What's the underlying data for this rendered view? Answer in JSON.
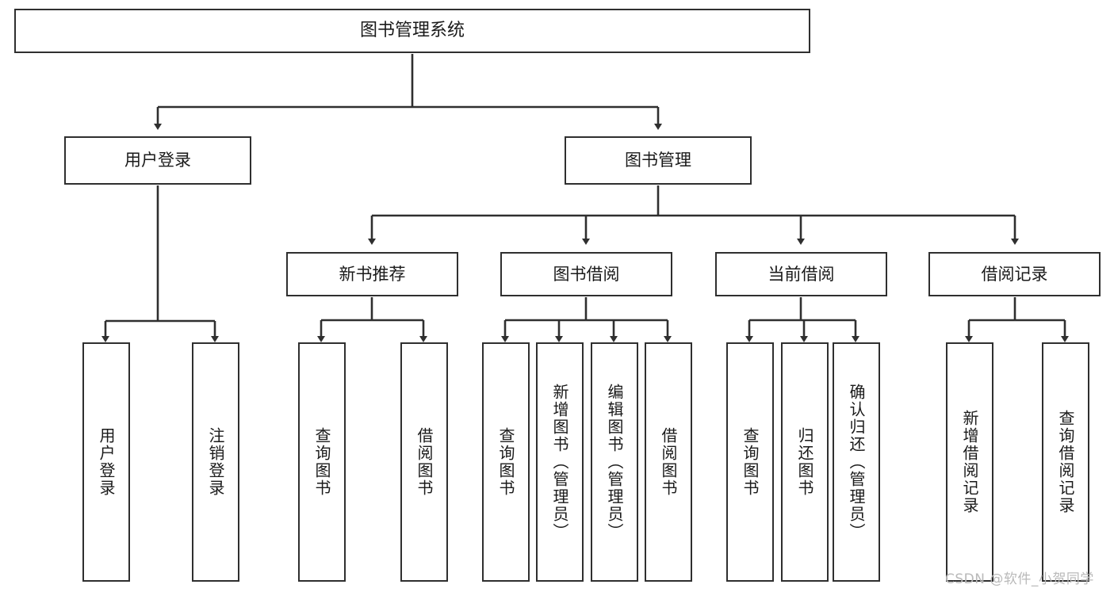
{
  "diagram": {
    "title": "图书管理系统",
    "type": "tree-hierarchy-flowchart",
    "colors": {
      "box_border": "#2f2f2f",
      "box_fill": "#ffffff",
      "connector": "#2f2f2f",
      "text": "#1a1a1a",
      "watermark": "#b9b9b9",
      "background": "#ffffff"
    },
    "levels": [
      {
        "level": 1,
        "nodes": [
          {
            "id": "root",
            "label": "图书管理系统",
            "orientation": "horizontal"
          }
        ]
      },
      {
        "level": 2,
        "nodes": [
          {
            "id": "login",
            "label": "用户登录",
            "orientation": "horizontal",
            "parent": "root"
          },
          {
            "id": "bookmgmt",
            "label": "图书管理",
            "orientation": "horizontal",
            "parent": "root"
          }
        ]
      },
      {
        "level": 3,
        "nodes": [
          {
            "id": "newbook",
            "label": "新书推荐",
            "orientation": "horizontal",
            "parent": "bookmgmt"
          },
          {
            "id": "borrow",
            "label": "图书借阅",
            "orientation": "horizontal",
            "parent": "bookmgmt"
          },
          {
            "id": "current",
            "label": "当前借阅",
            "orientation": "horizontal",
            "parent": "bookmgmt"
          },
          {
            "id": "records",
            "label": "借阅记录",
            "orientation": "horizontal",
            "parent": "bookmgmt"
          }
        ]
      },
      {
        "level": 4,
        "nodes": [
          {
            "id": "leaf1",
            "label": "用户登录",
            "orientation": "vertical",
            "parent": "login"
          },
          {
            "id": "leaf2",
            "label": "注销登录",
            "orientation": "vertical",
            "parent": "login"
          },
          {
            "id": "leaf3",
            "label": "查询图书",
            "orientation": "vertical",
            "parent": "newbook"
          },
          {
            "id": "leaf4",
            "label": "借阅图书",
            "orientation": "vertical",
            "parent": "newbook"
          },
          {
            "id": "leaf5",
            "label": "查询图书",
            "orientation": "vertical",
            "parent": "borrow"
          },
          {
            "id": "leaf6",
            "label": "新增图书（管理员）",
            "orientation": "vertical",
            "parent": "borrow"
          },
          {
            "id": "leaf7",
            "label": "编辑图书（管理员）",
            "orientation": "vertical",
            "parent": "borrow"
          },
          {
            "id": "leaf8",
            "label": "借阅图书",
            "orientation": "vertical",
            "parent": "borrow"
          },
          {
            "id": "leaf9",
            "label": "查询图书",
            "orientation": "vertical",
            "parent": "current"
          },
          {
            "id": "leaf10",
            "label": "归还图书",
            "orientation": "vertical",
            "parent": "current"
          },
          {
            "id": "leaf11",
            "label": "确认归还（管理员）",
            "orientation": "vertical",
            "parent": "current"
          },
          {
            "id": "leaf12",
            "label": "新增借阅记录",
            "orientation": "vertical",
            "parent": "records"
          },
          {
            "id": "leaf13",
            "label": "查询借阅记录",
            "orientation": "vertical",
            "parent": "records"
          }
        ]
      }
    ]
  },
  "watermark": {
    "text": "CSDN @软件_小贺同学"
  }
}
